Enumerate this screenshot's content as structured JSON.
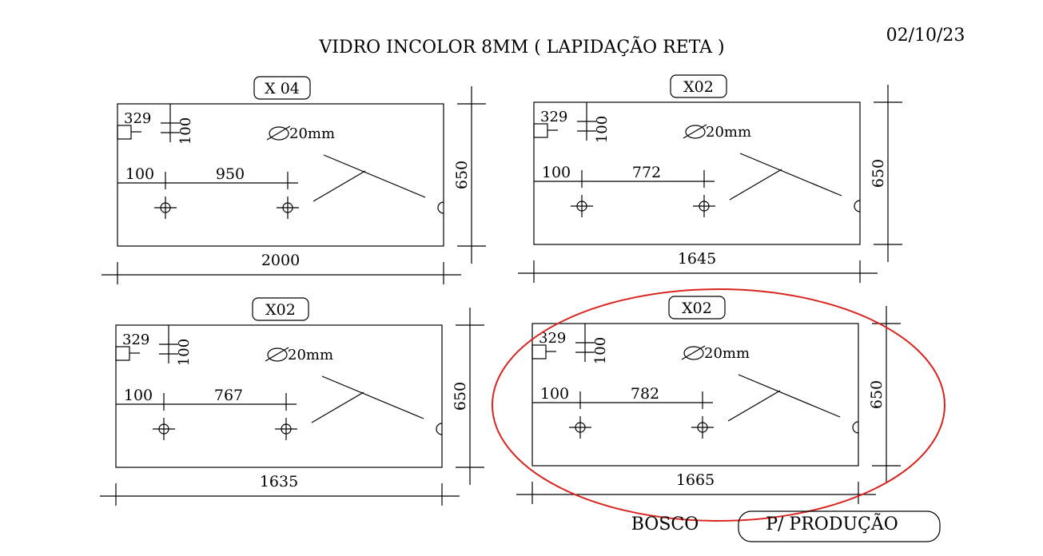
{
  "header": {
    "title": "VIDRO INCOLOR 8MM ( LAPIDAÇÃO RETA )",
    "date": "02/10/23"
  },
  "panels": [
    {
      "quantity": "X 04",
      "width": "2000",
      "height": "650",
      "edge_offset": "329",
      "hole_offset": "100",
      "left_margin": "100",
      "hole_spacing": "950",
      "hole_diameter": "20mm"
    },
    {
      "quantity": "X02",
      "width": "1645",
      "height": "650",
      "edge_offset": "329",
      "hole_offset": "100",
      "left_margin": "100",
      "hole_spacing": "772",
      "hole_diameter": "20mm"
    },
    {
      "quantity": "X02",
      "width": "1635",
      "height": "650",
      "edge_offset": "329",
      "hole_offset": "100",
      "left_margin": "100",
      "hole_spacing": "767",
      "hole_diameter": "20mm"
    },
    {
      "quantity": "X02",
      "width": "1665",
      "height": "650",
      "edge_offset": "329",
      "hole_offset": "100",
      "left_margin": "100",
      "hole_spacing": "782",
      "hole_diameter": "20mm",
      "highlighted": true
    }
  ],
  "footer": {
    "client": "BOSCO",
    "status": "P/ PRODUÇÃO"
  },
  "colors": {
    "ink": "#000000",
    "highlight": "#d9241f"
  }
}
